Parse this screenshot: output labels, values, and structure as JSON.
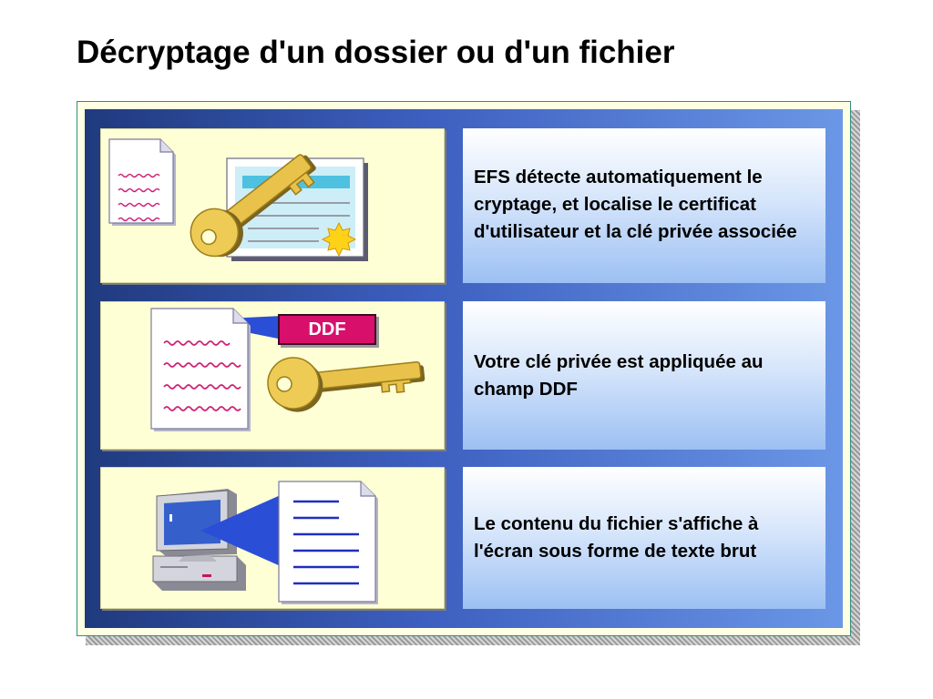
{
  "slide": {
    "title": "Décryptage d'un dossier ou d'un fichier"
  },
  "steps": [
    {
      "text": "EFS détecte automatiquement le cryptage, et localise le certificat d'utilisateur et la clé privée associée",
      "icons": [
        "encrypted-document-icon",
        "key-icon",
        "certificate-icon"
      ]
    },
    {
      "text": "Votre clé privée est appliquée au champ DDF",
      "ddf_label": "DDF",
      "icons": [
        "encrypted-document-icon",
        "key-icon"
      ]
    },
    {
      "text": "Le contenu du fichier s'affiche à l'écran sous forme de texte brut",
      "icons": [
        "computer-icon",
        "plaintext-document-icon"
      ]
    }
  ],
  "colors": {
    "panel_blue_dark": "#203a7e",
    "panel_blue_light": "#6b97e6",
    "illustration_bg": "#ffffd6",
    "ddf_badge": "#d8106c",
    "key_gold": "#e8c24a",
    "cipher_text": "#cc2277",
    "plain_text_lines": "#1f2fbf"
  }
}
